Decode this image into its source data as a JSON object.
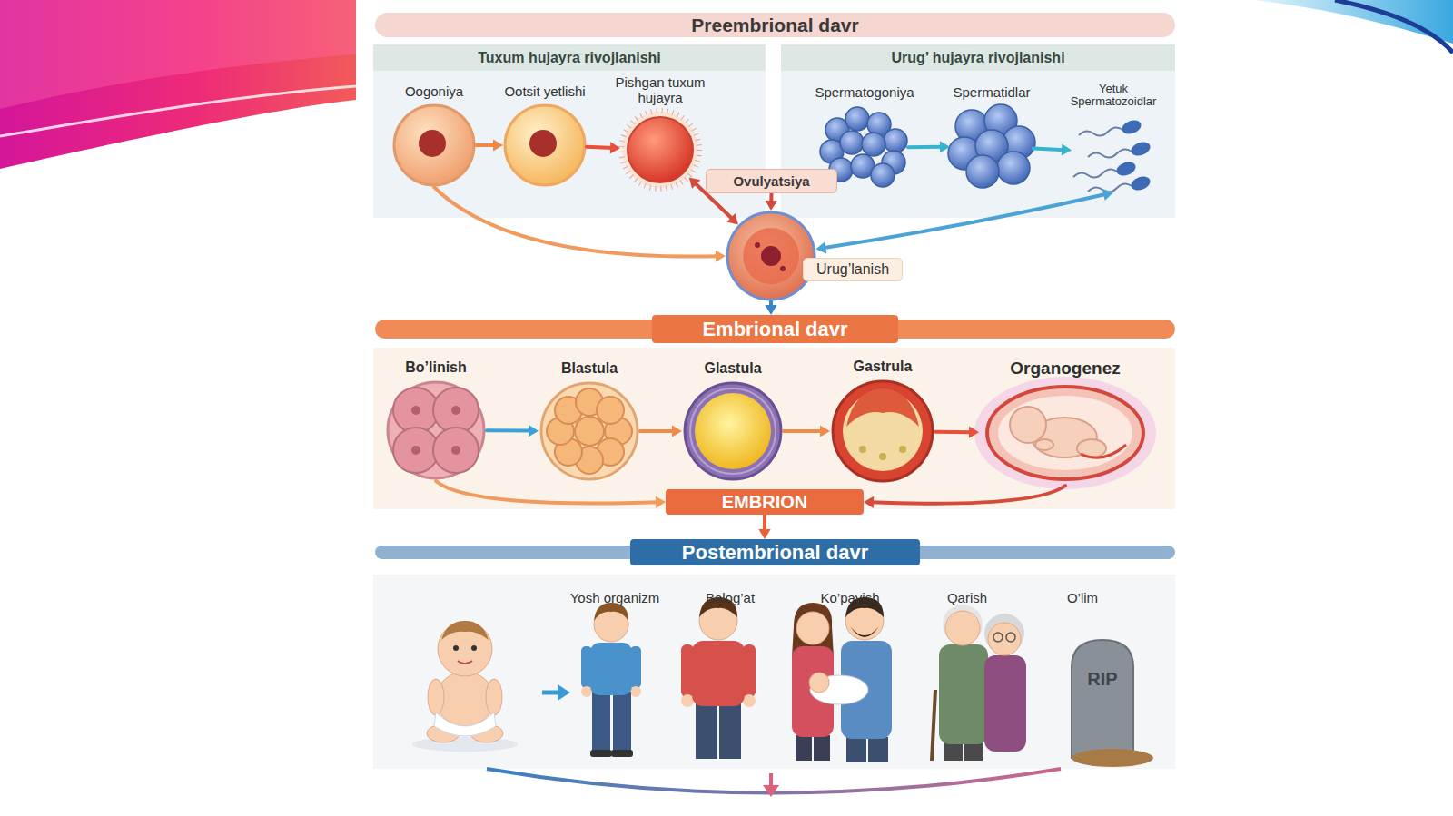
{
  "diagram": {
    "nodes": [
      {
        "text": [
          "Preembrional davr"
        ]
      },
      {
        "text": [
          "Tuxum hujayra rivojlanishi"
        ]
      },
      {
        "text": [
          "Oogoniya"
        ],
        "in": 1
      },
      {
        "text": [
          "Ootsit yetlishi"
        ],
        "in": 1
      },
      {
        "text": [
          "Pishgan tuxum hujayra"
        ],
        "in": 1
      },
      {
        "text": [
          "Urug’ hujayra rivojlanishi"
        ]
      },
      {
        "text": [
          "Spermatogoniya"
        ],
        "in": 5
      },
      {
        "text": [
          "Spermatidlar"
        ],
        "in": 5
      },
      {
        "text": [
          "Yetuk Spermatozoidlar"
        ],
        "in": 5
      },
      {
        "text": [
          "Ovulyatsiya"
        ]
      },
      {
        "text": [
          "Urug’lanish"
        ]
      },
      {
        "text": [
          "Embrional davr"
        ]
      },
      {
        "text": [
          "Bo’linish"
        ]
      },
      {
        "text": [
          "Blastula"
        ]
      },
      {
        "text": [
          "Glastula"
        ]
      },
      {
        "text": [
          "Gastrula"
        ]
      },
      {
        "text": [
          "Organogenez"
        ]
      },
      {
        "text": [
          "EMBRION"
        ]
      },
      {
        "text": [
          "Postembrional davr"
        ]
      }
    ],
    "edges": [
      {
        "from": 2,
        "to": 3,
        "arrow": "to"
      },
      {
        "from": 3,
        "to": 4,
        "arrow": "to"
      },
      {
        "from": 6,
        "to": 7,
        "arrow": "to"
      },
      {
        "from": 7,
        "to": 8,
        "arrow": "to"
      },
      {
        "from": 2,
        "to": 10,
        "arrow": "to"
      },
      {
        "from": 4,
        "to": 10,
        "arrow": "both"
      },
      {
        "from": 9,
        "to": 10,
        "arrow": "to"
      },
      {
        "from": 8,
        "to": 10,
        "arrow": "both"
      },
      {
        "from": 10,
        "to": 11,
        "arrow": "to"
      },
      {
        "from": 12,
        "to": 13,
        "arrow": "to"
      },
      {
        "from": 13,
        "to": 14,
        "arrow": "to"
      },
      {
        "from": 14,
        "to": 15,
        "arrow": "to"
      },
      {
        "from": 15,
        "to": 16,
        "arrow": "to"
      },
      {
        "from": 12,
        "to": 17,
        "arrow": "to"
      },
      {
        "from": 16,
        "to": 17,
        "arrow": "to"
      },
      {
        "from": 17,
        "to": 18,
        "arrow": "to"
      }
    ],
    "labels": [
      "Yosh organizm",
      "Balog’at",
      "Ko’payish",
      "Qarish",
      "O’lim",
      "RIP"
    ]
  }
}
